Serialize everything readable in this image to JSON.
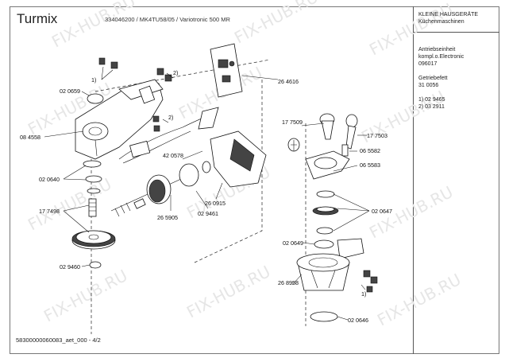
{
  "header": {
    "brand": "Turmix",
    "reference": "334046200 / MK4TU58/05 / Variotronic 500 MR",
    "category_line1": "KLEINE HAUSGERÄTE",
    "category_line2": "Küchenmaschinen"
  },
  "info": {
    "group_line1": "Antriebseinheit",
    "group_line2": "kompl.o.Electronic",
    "group_code": "096017",
    "gear_label": "Getriebefett",
    "gear_code": "31 0056",
    "note1": "1) 02 9465",
    "note2": "2) 03 2911"
  },
  "footer": {
    "sheet": "58300000060083_aet_000 - 4/2"
  },
  "watermark": "FIX-HUB.RU",
  "part_labels": [
    "02 0659",
    "08 4558",
    "02 0640",
    "17 7498",
    "02 9460",
    "42 0578",
    "26 5905",
    "02 9461",
    "26 0915",
    "26 4616",
    "17 7509",
    "17 7503",
    "06 5582",
    "06 5583",
    "02 0647",
    "02 0649",
    "26 8958",
    "02 0646"
  ],
  "callouts": [
    "1)",
    "2)",
    "2)",
    "1)"
  ]
}
